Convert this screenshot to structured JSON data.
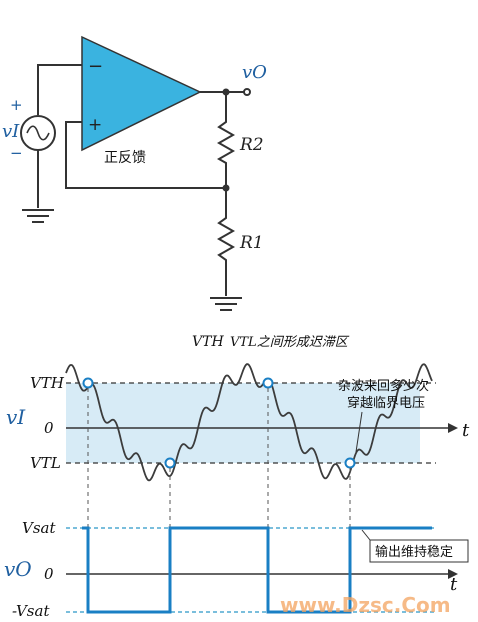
{
  "circuit": {
    "input_label": "vI",
    "output_label": "vO",
    "r2_label": "R2",
    "r1_label": "R1",
    "note": "正反馈",
    "plus_sign": "+",
    "minus_sign": "−"
  },
  "waveforms": {
    "hysteresis_note_a": "VTH",
    "hysteresis_note_b": "VTL之间形成迟滞区",
    "noise_note_line1": "杂波来回多少次",
    "noise_note_line2": "穿越临界电压",
    "output_note": "输出维持稳定",
    "vth_label": "VTH",
    "vtl_label": "VTL",
    "zero_label": "0",
    "vi_label": "vI",
    "t_label": "t",
    "vsat_label": "Vsat",
    "neg_vsat_label": "-Vsat",
    "vo_label": "vO",
    "watermark": "www.Dzsc.Com"
  },
  "colors": {
    "line": "#333333",
    "blue_label": "#1f5fa0",
    "band": "#d7ebf6",
    "output_wave": "#1a7fc4",
    "dashed": "#2a96c8",
    "watermark": "#f4a460"
  }
}
